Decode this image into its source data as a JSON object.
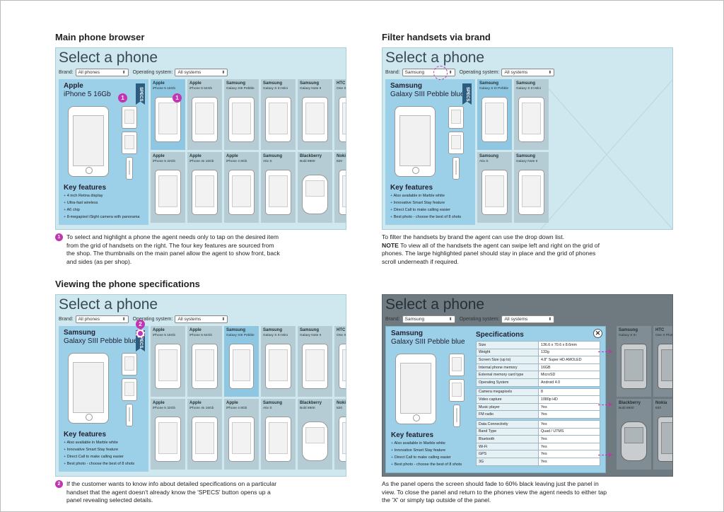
{
  "q1": {
    "title": "Main phone browser",
    "mock": {
      "screen_title": "Select a phone",
      "brand_label": "Brand:",
      "brand_value": "All phones",
      "os_label": "Operating system:",
      "os_value": "All systems",
      "panel_brand": "Apple",
      "panel_model": "iPhone 5 16Gb",
      "specs_label": "SPECS",
      "key_features_label": "Key features",
      "features": [
        "4 inch Retina display",
        "Ultra-fast wireless",
        "A6 chip",
        "8-megapixel iSight camera with panorama"
      ],
      "grid": [
        {
          "brand": "Apple",
          "model": "iPhone 5 16Gb",
          "highlight": true
        },
        {
          "brand": "Apple",
          "model": "iPhone 5 64Gb"
        },
        {
          "brand": "Samsung",
          "model": "Galaxy SIII Pebble"
        },
        {
          "brand": "Samsung",
          "model": "Galaxy S III Mini"
        },
        {
          "brand": "Samsung",
          "model": "Galaxy Note II"
        },
        {
          "brand": "HTC",
          "model": "One X Plus"
        },
        {
          "brand": "Apple",
          "model": "iPhone 5 32Gb"
        },
        {
          "brand": "Apple",
          "model": "iPhone 4s 16Gb"
        },
        {
          "brand": "Apple",
          "model": "iPhone 4 8Gb"
        },
        {
          "brand": "Samsung",
          "model": "Ativ S"
        },
        {
          "brand": "Blackberry",
          "model": "Bold 9900",
          "bb": true
        },
        {
          "brand": "Nokia",
          "model": "820"
        }
      ],
      "marker": "1"
    },
    "caption_num": "1",
    "caption": "To select and highlight a phone the agent needs only to tap on the desired item from the grid of handsets on the right. The four key features are sourced from the shop. The thumbnails on the main panel allow the agent to show front, back and sides (as per shop)."
  },
  "q2": {
    "title": "Filter handsets via brand",
    "mock": {
      "screen_title": "Select a phone",
      "brand_label": "Brand:",
      "brand_value": "Samsung",
      "os_label": "Operating system:",
      "os_value": "All systems",
      "panel_brand": "Samsung",
      "panel_model": "Galaxy SIII Pebble blue",
      "specs_label": "SPECS",
      "key_features_label": "Key features",
      "features": [
        "Also available in Marble white",
        "Innovative Smart Stay feature",
        "Direct Call to make calling easier",
        "Best photo - choose the best of 8 shots"
      ],
      "grid": [
        {
          "brand": "Samsung",
          "model": "Galaxy S III Pebble",
          "highlight": true
        },
        {
          "brand": "Samsung",
          "model": "Galaxy S III Mini"
        },
        {
          "brand": "Samsung",
          "model": "Ativ S"
        },
        {
          "brand": "Samsung",
          "model": "Galaxy Note II"
        }
      ]
    },
    "caption_html_parts": {
      "line1": "To filter the handsets by brand the agent can use the drop down list.",
      "note_label": "NOTE",
      "line2": " To view all of the handsets the agent can swipe left and right on the grid of phones. The large highlighted panel should stay in place and the grid of phones scroll underneath if required."
    }
  },
  "q3": {
    "title": "Viewing the phone specifications",
    "mock": {
      "screen_title": "Select a phone",
      "brand_label": "Brand:",
      "brand_value": "All phones",
      "os_label": "Operating system:",
      "os_value": "All systems",
      "panel_brand": "Samsung",
      "panel_model": "Galaxy SIII Pebble blue",
      "specs_label": "SPECS",
      "key_features_label": "Key features",
      "features": [
        "Also available in Marble white",
        "Innovative Smart Stay feature",
        "Direct Call to make calling easier",
        "Best photo - choose the best of 8 shots"
      ],
      "grid": [
        {
          "brand": "Apple",
          "model": "iPhone 5 16Gb"
        },
        {
          "brand": "Apple",
          "model": "iPhone 5 64Gb"
        },
        {
          "brand": "Samsung",
          "model": "Galaxy SIII Pebble",
          "highlight": true,
          "thin": true
        },
        {
          "brand": "Samsung",
          "model": "Galaxy S III Mini"
        },
        {
          "brand": "Samsung",
          "model": "Galaxy Note II"
        },
        {
          "brand": "HTC",
          "model": "One X Plus"
        },
        {
          "brand": "Apple",
          "model": "iPhone 5 32Gb"
        },
        {
          "brand": "Apple",
          "model": "iPhone 4s 16Gb"
        },
        {
          "brand": "Apple",
          "model": "iPhone 4 8Gb"
        },
        {
          "brand": "Samsung",
          "model": "Ativ S"
        },
        {
          "brand": "Blackberry",
          "model": "Bold 9900",
          "bb": true
        },
        {
          "brand": "Nokia",
          "model": "820"
        }
      ],
      "marker": "2"
    },
    "caption_num": "2",
    "caption": "If the customer wants to know info about detailed specifications on a particular handset that the agent doesn't already know the 'SPECS' button opens up a panel revealing selected details."
  },
  "q4": {
    "mock": {
      "screen_title": "Select a phone",
      "brand_label": "Brand:",
      "brand_value": "Samsung",
      "os_label": "Operating system:",
      "os_value": "All systems",
      "panel_brand": "Samsung",
      "panel_model": "Galaxy SIII Pebble blue",
      "key_features_label": "Key features",
      "features": [
        "Also available in Marble white",
        "Innovative Smart Stay feature",
        "Direct Call to make calling easier",
        "Best photo - choose the best of 8 shots"
      ],
      "spec_title": "Specifications",
      "close_label": "✕",
      "spec_groups": [
        [
          [
            "Size",
            "136.6 x 70.6 x 8.6mm"
          ],
          [
            "Weight",
            "133g"
          ],
          [
            "Screen Size (up to)",
            "4.8\" Super HD AMOLED"
          ],
          [
            "Internal phone memory",
            "16GB"
          ],
          [
            "External memory card type",
            "MicroSD"
          ],
          [
            "Operating System",
            "Android 4.0"
          ]
        ],
        [
          [
            "Camera megapixels",
            "8"
          ],
          [
            "Video capture",
            "1080p HD"
          ],
          [
            "Music player",
            "Yes"
          ],
          [
            "FM radio",
            "Yes"
          ]
        ],
        [
          [
            "Data Connectivity",
            "Yes"
          ],
          [
            "Band Type",
            "Quad / UTMS"
          ],
          [
            "Bluetooth",
            "Yes"
          ],
          [
            "Wi-Fi",
            "Yes"
          ],
          [
            "GPS",
            "Yes"
          ],
          [
            "3G",
            "Yes"
          ]
        ]
      ],
      "bg_grid": [
        {
          "brand": "Samsung",
          "model": "Galaxy S III"
        },
        {
          "brand": "HTC",
          "model": "One X Plus"
        },
        {
          "brand": "",
          "model": ""
        },
        {
          "brand": "Blackberry",
          "model": "Bold 9900",
          "bb": true
        },
        {
          "brand": "Nokia",
          "model": "820"
        },
        {
          "brand": "",
          "model": ""
        }
      ]
    },
    "caption": "As the panel opens the screen should fade to 60% black leaving just the panel in view. To close the panel and return to the phones view the agent needs to either tap the 'X' or simply tap outside of the panel."
  },
  "colors": {
    "marker": "#c334b3",
    "panel": "#9ccfe8",
    "specs_tab": "#2b5d80",
    "overlay": "#6e7980"
  }
}
